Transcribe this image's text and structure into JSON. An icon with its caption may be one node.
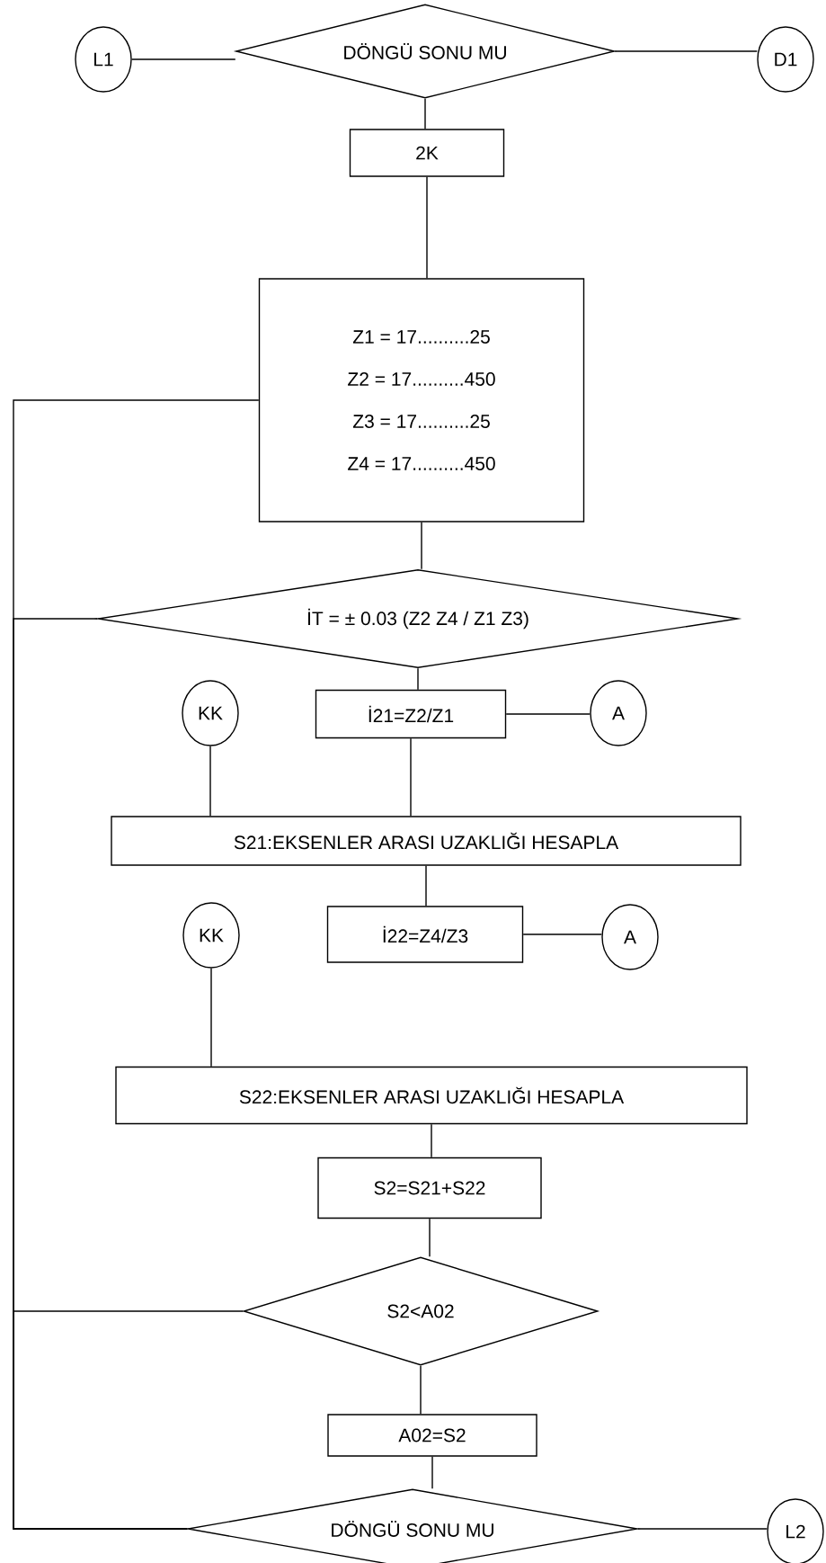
{
  "diagram": {
    "nodes": [
      {
        "text": [
          "L1"
        ]
      },
      {
        "text": [
          "DÖNGÜ SONU MU"
        ]
      },
      {
        "text": [
          "D1"
        ]
      },
      {
        "text": [
          "2K"
        ]
      },
      {
        "text": [
          "Z1 = 17..........25",
          "Z2 = 17..........450",
          "Z3 = 17..........25",
          "Z4 = 17..........450"
        ]
      },
      {
        "text": [
          "İT = ± 0.03 (Z2 Z4 / Z1 Z3)"
        ]
      },
      {
        "text": [
          "KK"
        ]
      },
      {
        "text": [
          "İ21=Z2/Z1"
        ]
      },
      {
        "text": [
          "A"
        ]
      },
      {
        "text": [
          "S21:EKSENLER ARASI UZAKLIĞI HESAPLA"
        ]
      },
      {
        "text": [
          "KK"
        ]
      },
      {
        "text": [
          "İ22=Z4/Z3"
        ]
      },
      {
        "text": [
          "A"
        ]
      },
      {
        "text": [
          "S22:EKSENLER ARASI UZAKLIĞI HESAPLA"
        ]
      },
      {
        "text": [
          "S2=S21+S22"
        ]
      },
      {
        "text": [
          "S2<A02"
        ]
      },
      {
        "text": [
          "A02=S2"
        ]
      },
      {
        "text": [
          "DÖNGÜ SONU MU"
        ]
      },
      {
        "text": [
          "L2"
        ]
      }
    ],
    "edges": [
      {
        "from": 0,
        "to": 1,
        "arrow": "none"
      },
      {
        "from": 1,
        "to": 2,
        "arrow": "none"
      },
      {
        "from": 1,
        "to": 3,
        "arrow": "none"
      },
      {
        "from": 3,
        "to": 4,
        "arrow": "none"
      },
      {
        "from": 4,
        "to": 5,
        "arrow": "none"
      },
      {
        "from": 5,
        "to": 7,
        "arrow": "none"
      },
      {
        "from": 7,
        "to": 8,
        "arrow": "none"
      },
      {
        "from": 6,
        "to": 9,
        "arrow": "none"
      },
      {
        "from": 7,
        "to": 9,
        "arrow": "none"
      },
      {
        "from": 9,
        "to": 11,
        "arrow": "none"
      },
      {
        "from": 11,
        "to": 12,
        "arrow": "none"
      },
      {
        "from": 10,
        "to": 13,
        "arrow": "none"
      },
      {
        "from": 13,
        "to": 14,
        "arrow": "none"
      },
      {
        "from": 14,
        "to": 15,
        "arrow": "none"
      },
      {
        "from": 15,
        "to": 16,
        "arrow": "none"
      },
      {
        "from": 16,
        "to": 17,
        "arrow": "none"
      },
      {
        "from": 17,
        "to": 18,
        "arrow": "none"
      },
      {
        "from": 4,
        "to": 17,
        "arrow": "none"
      },
      {
        "from": 5,
        "to": 17,
        "arrow": "none"
      },
      {
        "from": 15,
        "to": 17,
        "arrow": "none"
      }
    ]
  }
}
